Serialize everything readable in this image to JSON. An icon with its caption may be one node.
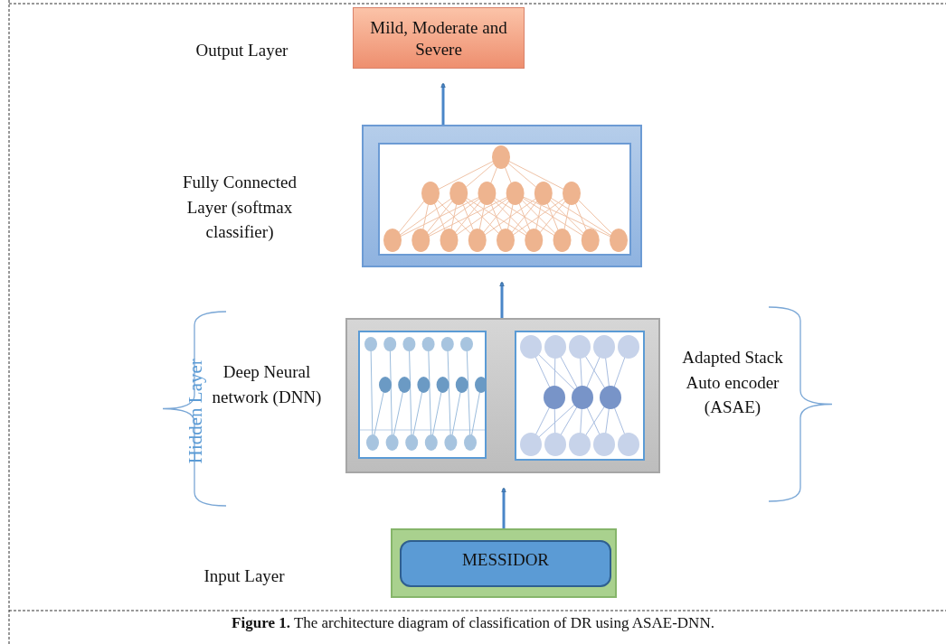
{
  "diagram": {
    "caption": "**Figure 1.** The architecture diagram of classification of DR using ASAE-DNN.",
    "nodes": [
      {
        "text": [
          "Mild, Moderate and Severe"
        ]
      },
      {
        "text": [],
        "shape": "box"
      },
      {
        "text": [],
        "shape": "box"
      },
      {
        "text": [],
        "shape": "box"
      },
      {
        "text": [
          "MESSIDOR"
        ],
        "in": 3
      }
    ],
    "edges": [
      {
        "from": 3,
        "to": 2,
        "arrow": "to"
      },
      {
        "from": 2,
        "to": 1,
        "arrow": "to"
      },
      {
        "from": 1,
        "to": 0,
        "arrow": "to"
      }
    ],
    "labels": [
      "Output Layer",
      "Fully Connected Layer (softmax classifier)",
      "Adapted Stack Auto encoder (ASAE)",
      "Deep Neural network (DNN)",
      "Hidden Layer",
      "Input Layer"
    ]
  }
}
